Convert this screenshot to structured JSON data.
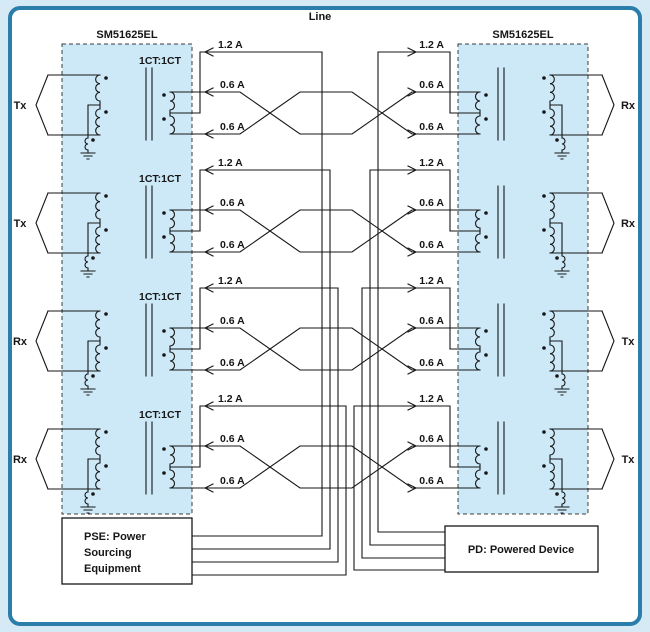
{
  "labels": {
    "line": "Line"
  },
  "chips": {
    "left": "SM51625EL",
    "right": "SM51625EL"
  },
  "rows": [
    {
      "port_left": "Tx",
      "port_right": "Rx",
      "ratio": "1CT:1CT",
      "left_currents": [
        "1.2 A",
        "0.6 A",
        "0.6 A"
      ],
      "right_currents": [
        "1.2 A",
        "0.6 A",
        "0.6 A"
      ]
    },
    {
      "port_left": "Tx",
      "port_right": "Rx",
      "ratio": "1CT:1CT",
      "left_currents": [
        "1.2 A",
        "0.6 A",
        "0.6 A"
      ],
      "right_currents": [
        "1.2 A",
        "0.6 A",
        "0.6 A"
      ]
    },
    {
      "port_left": "Rx",
      "port_right": "Tx",
      "ratio": "1CT:1CT",
      "left_currents": [
        "1.2 A",
        "0.6 A",
        "0.6 A"
      ],
      "right_currents": [
        "1.2 A",
        "0.6 A",
        "0.6 A"
      ]
    },
    {
      "port_left": "Rx",
      "port_right": "Tx",
      "ratio": "1CT:1CT",
      "left_currents": [
        "1.2 A",
        "0.6 A",
        "0.6 A"
      ],
      "right_currents": [
        "1.2 A",
        "0.6 A",
        "0.6 A"
      ]
    }
  ],
  "boxes": {
    "pse_lines": [
      "PSE: Power",
      "Sourcing",
      "Equipment"
    ],
    "pd": "PD: Powered Device"
  },
  "colors": {
    "frame": "#2b7eaa",
    "page": "#d6eaf5",
    "shade": "#cde9f8",
    "ink": "#161616"
  }
}
